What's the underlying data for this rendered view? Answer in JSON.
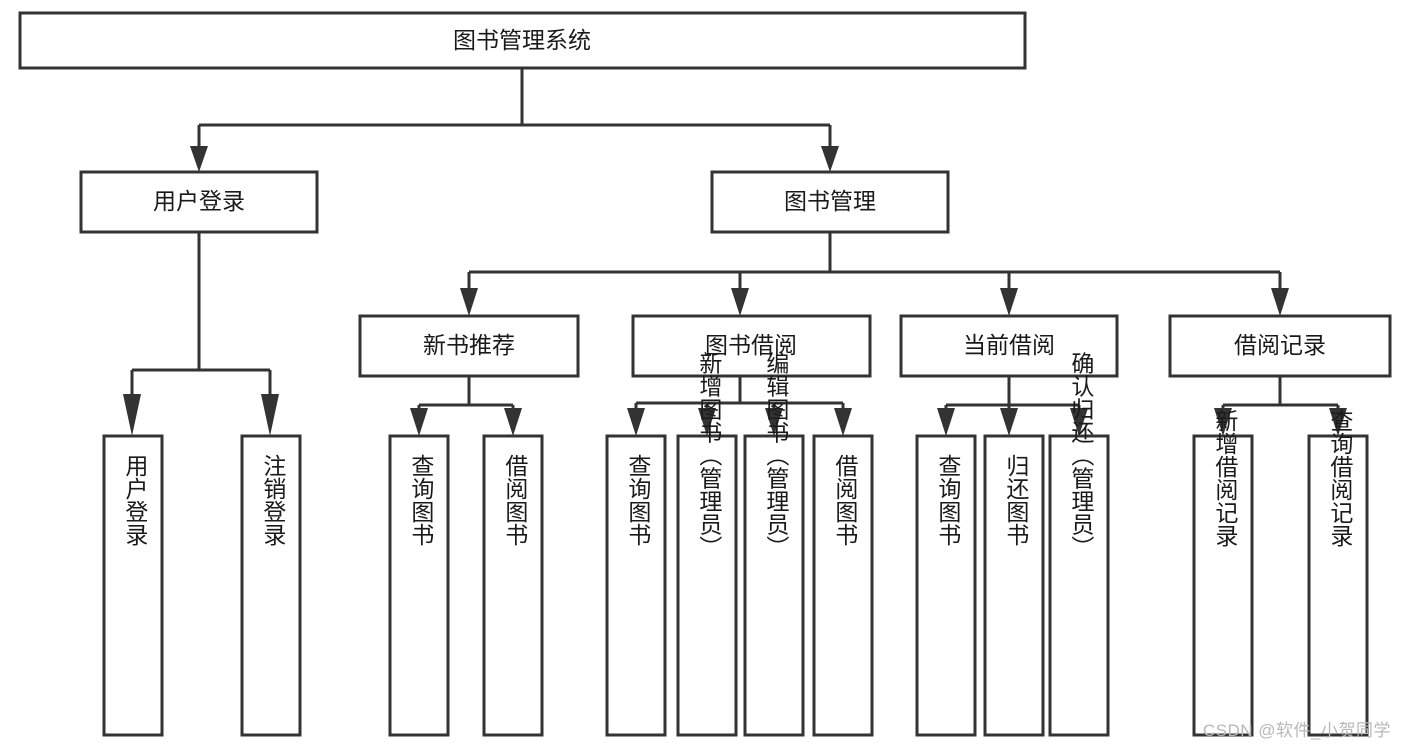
{
  "diagram": {
    "title": "图书管理系统",
    "type": "hierarchy-tree",
    "watermark": "CSDN @软件_小贺同学",
    "colors": {
      "box_stroke": "#333333",
      "box_fill": "#ffffff",
      "text": "#1a1a1a",
      "watermark": "#b8b8b8",
      "background": "#ffffff"
    },
    "levels": {
      "level1": [
        {
          "id": "root",
          "label": "图书管理系统"
        }
      ],
      "level2": [
        {
          "id": "login",
          "label": "用户登录"
        },
        {
          "id": "bookmgmt",
          "label": "图书管理"
        }
      ],
      "level3": [
        {
          "id": "newbook",
          "label": "新书推荐",
          "parent": "bookmgmt"
        },
        {
          "id": "borrow",
          "label": "图书借阅",
          "parent": "bookmgmt"
        },
        {
          "id": "current",
          "label": "当前借阅",
          "parent": "bookmgmt"
        },
        {
          "id": "record",
          "label": "借阅记录",
          "parent": "bookmgmt"
        }
      ],
      "level4": [
        {
          "id": "leaf-1",
          "label": "用户登录",
          "parent": "login"
        },
        {
          "id": "leaf-2",
          "label": "注销登录",
          "parent": "login"
        },
        {
          "id": "leaf-3",
          "label": "查询图书",
          "parent": "newbook"
        },
        {
          "id": "leaf-4",
          "label": "借阅图书",
          "parent": "newbook"
        },
        {
          "id": "leaf-5",
          "label": "查询图书",
          "parent": "borrow"
        },
        {
          "id": "leaf-6",
          "label": "新增图书（管理员）",
          "parent": "borrow"
        },
        {
          "id": "leaf-7",
          "label": "编辑图书（管理员）",
          "parent": "borrow"
        },
        {
          "id": "leaf-8",
          "label": "借阅图书",
          "parent": "borrow"
        },
        {
          "id": "leaf-9",
          "label": "查询图书",
          "parent": "current"
        },
        {
          "id": "leaf-10",
          "label": "归还图书",
          "parent": "current"
        },
        {
          "id": "leaf-11",
          "label": "确认归还（管理员）",
          "parent": "current"
        },
        {
          "id": "leaf-12",
          "label": "新增借阅记录",
          "parent": "record"
        },
        {
          "id": "leaf-13",
          "label": "查询借阅记录",
          "parent": "record"
        }
      ]
    }
  }
}
